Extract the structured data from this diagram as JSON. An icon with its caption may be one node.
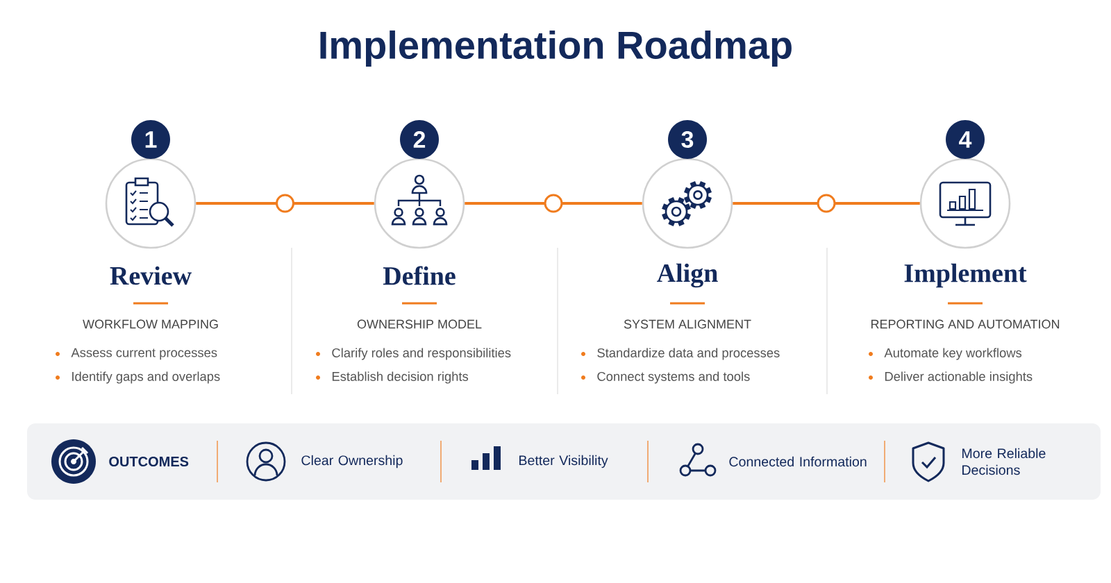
{
  "diagram": {
    "title": "Implementation Roadmap",
    "nodes": [
      {
        "text": [],
        "shape": "circle",
        "beside": [
          "1",
          "Review",
          "WORKFLOW MAPPING",
          "Assess current processes",
          "Identify gaps and overlaps"
        ]
      },
      {
        "text": [],
        "shape": "circle",
        "beside": [
          "2",
          "Define",
          "OWNERSHIP MODEL",
          "Clarify roles and responsibilities",
          "Establish decision rights"
        ]
      },
      {
        "text": [],
        "shape": "circle",
        "beside": [
          "3",
          "Align",
          "SYSTEM ALIGNMENT",
          "Standardize data and processes",
          "Connect systems and tools"
        ]
      },
      {
        "text": [],
        "shape": "circle",
        "beside": [
          "4",
          "Implement",
          "REPORTING AND AUTOMATION",
          "Automate key workflows",
          "Deliver actionable insights"
        ]
      },
      {
        "text": [
          "OUTCOMES",
          "Clear Ownership",
          "Better Visibility",
          "Connected Information",
          "More Reliable Decisions"
        ]
      }
    ],
    "edges": [
      {
        "from": 0,
        "to": 1,
        "arrow": "none"
      },
      {
        "from": 1,
        "to": 2,
        "arrow": "none"
      },
      {
        "from": 2,
        "to": 3,
        "arrow": "none"
      }
    ]
  }
}
